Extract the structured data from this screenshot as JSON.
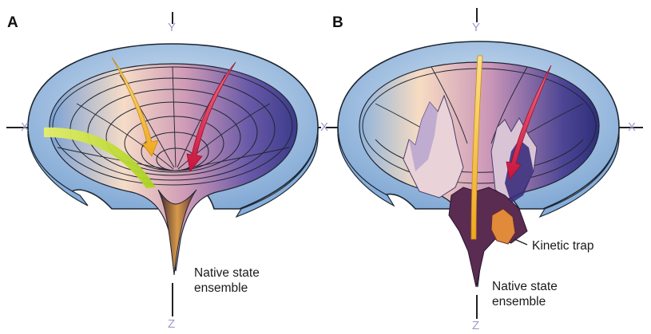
{
  "panels": [
    {
      "id": "A",
      "label": "A",
      "axes": {
        "x": "X",
        "y": "Y",
        "z": "Z"
      },
      "annotations": {
        "native_line1": "Native state",
        "native_line2": "ensemble"
      }
    },
    {
      "id": "B",
      "label": "B",
      "axes": {
        "x": "X",
        "y": "Y",
        "z": "Z"
      },
      "annotations": {
        "native_line1": "Native state",
        "native_line2": "ensemble",
        "trap": "Kinetic trap"
      }
    }
  ],
  "colors": {
    "rim": "#a9c8e6",
    "rim_edge": "#2a3140",
    "funnel_light": "#f3d7c4",
    "funnel_mid": "#c78db0",
    "funnel_dark": "#3b2a7a",
    "arrow_yellow": "#f2bf2c",
    "arrow_red": "#e0345a",
    "arrow_green": "#c9e04a",
    "axis_label": "#9b9ccd"
  }
}
